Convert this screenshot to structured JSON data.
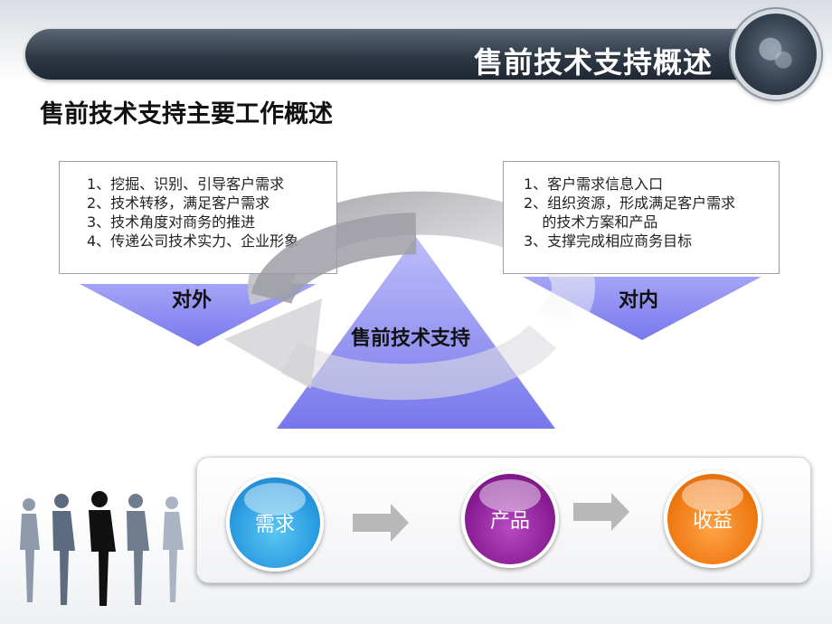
{
  "header": {
    "title": "售前技术支持概述",
    "bar_color": "#2f3946"
  },
  "subtitle": "售前技术支持主要工作概述",
  "left_box": {
    "items": [
      "1、挖掘、识别、引导客户需求",
      "2、技术转移，满足客户需求",
      "3、技术角度对商务的推进",
      "4、传递公司技术实力、企业形象"
    ]
  },
  "right_box": {
    "items": [
      "1、客户需求信息入口",
      "2、组织资源，形成满足客户需求",
      "    的技术方案和产品",
      "3、支撑完成相应商务目标"
    ]
  },
  "diagram": {
    "left_label": "对外",
    "right_label": "对内",
    "center_label": "售前技术支持",
    "triangle_color": "#8c8cf0",
    "cycle_arrow_icon": "circular-arrow-icon"
  },
  "flow": {
    "steps": [
      "需求",
      "产品",
      "收益"
    ],
    "step_colors": [
      "#2a9be0",
      "#8a1e95",
      "#f07a12"
    ],
    "arrow_icon": "right-arrow-icon"
  },
  "decor": {
    "people_icon": "business-people-silhouette-icon",
    "globe_icon": "globe-icon"
  }
}
